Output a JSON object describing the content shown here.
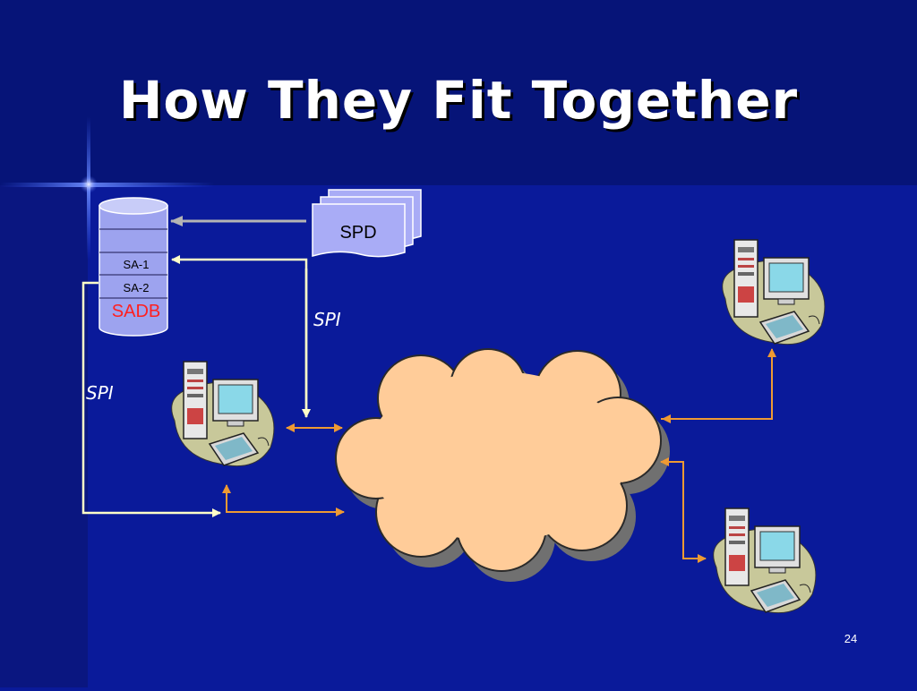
{
  "title": "How They Fit Together",
  "page_number": "24",
  "database": {
    "label": "SADB",
    "rows": [
      "SA-1",
      "SA-2"
    ]
  },
  "policy_doc": {
    "label": "SPD"
  },
  "spi_labels": [
    "SPI",
    "SPI"
  ],
  "colors": {
    "background_top": "#061478",
    "background_main": "#0a1a9a",
    "left_band": "#0a1680",
    "title_text": "#ffffff",
    "db_body": "#9da3ef",
    "doc_fill": "#a9acf6",
    "cloud_fill": "#ffcc99",
    "cloud_shadow": "#707070",
    "yellow_arrow": "#ffffc8",
    "orange_arrow": "#ee9a33",
    "gray_arrow": "#b4b4b4",
    "sadb_text": "#ff2020",
    "computer_pad": "#c8c89a"
  }
}
